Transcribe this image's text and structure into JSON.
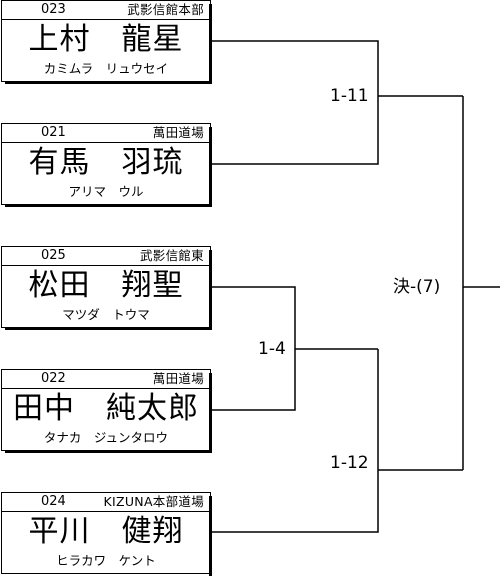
{
  "competitors": [
    {
      "number": "023",
      "dojo": "武影信館本部",
      "name": "上村　龍星",
      "kana": "カミムラ　リュウセイ"
    },
    {
      "number": "021",
      "dojo": "萬田道場",
      "name": "有馬　羽琉",
      "kana": "アリマ　ウル"
    },
    {
      "number": "025",
      "dojo": "武影信館東",
      "name": "松田　翔聖",
      "kana": "マツダ　トウマ"
    },
    {
      "number": "022",
      "dojo": "萬田道場",
      "name": "田中　純太郎",
      "kana": "タナカ　ジュンタロウ"
    },
    {
      "number": "024",
      "dojo": "KIZUNA本部道場",
      "name": "平川　健翔",
      "kana": "ヒラカワ　ケント"
    }
  ],
  "matches": {
    "m1": "1-11",
    "m2": "1-4",
    "m3": "1-12",
    "final": "決-(7)"
  }
}
